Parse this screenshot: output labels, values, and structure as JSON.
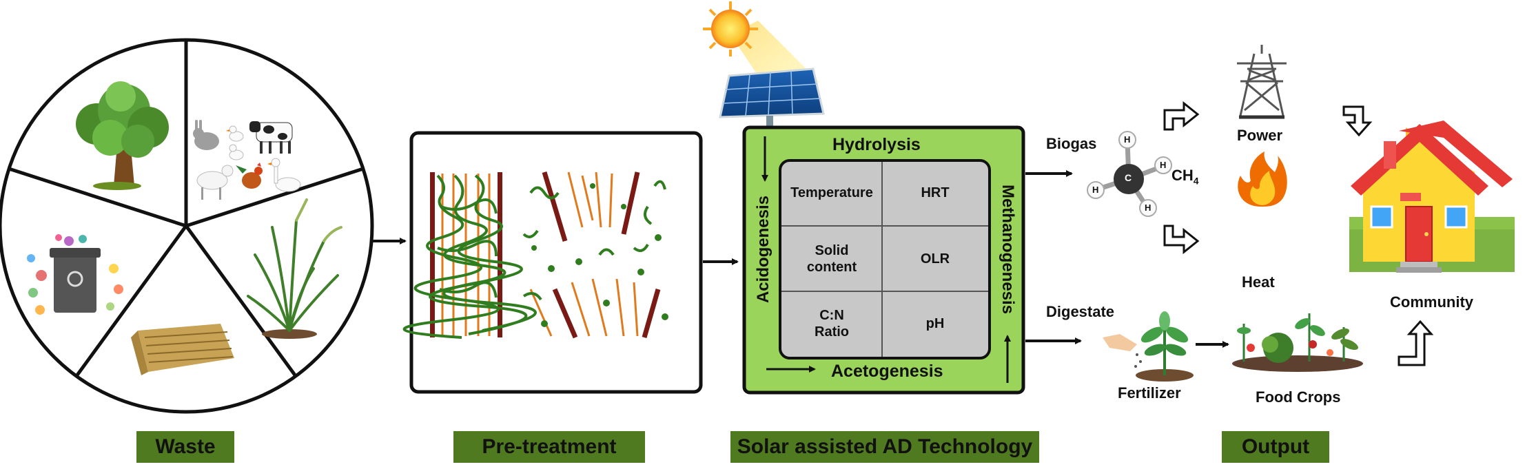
{
  "stages": {
    "waste": "Waste",
    "pretreatment": "Pre-treatment",
    "solar_ad": "Solar assisted AD Technology",
    "output": "Output"
  },
  "digester": {
    "top": "Hydrolysis",
    "left": "Acidogenesis",
    "right": "Methanogenesis",
    "bottom": "Acetogenesis",
    "parameters": [
      [
        "Temperature"
      ],
      [
        "HRT"
      ],
      [
        "Solid",
        "content"
      ],
      [
        "OLR"
      ],
      [
        "C:N",
        "Ratio"
      ],
      [
        "pH"
      ]
    ]
  },
  "outputs": {
    "biogas": "Biogas",
    "methane": "CH",
    "methane_sub": "4",
    "methane_atom": "C",
    "hydrogen_atom": "H",
    "power": "Power",
    "heat": "Heat",
    "community": "Community",
    "digestate": "Digestate",
    "fertilizer": "Fertilizer",
    "food_crops": "Food Crops"
  },
  "colors": {
    "stage_label_bg": "#4f7a1f",
    "digester_green": "#9bd45b",
    "parameter_grey": "#c8c8c8",
    "fiber_green": "#2f7d1e",
    "fiber_orange": "#e07a1c",
    "fiber_brown": "#7a1a14"
  }
}
